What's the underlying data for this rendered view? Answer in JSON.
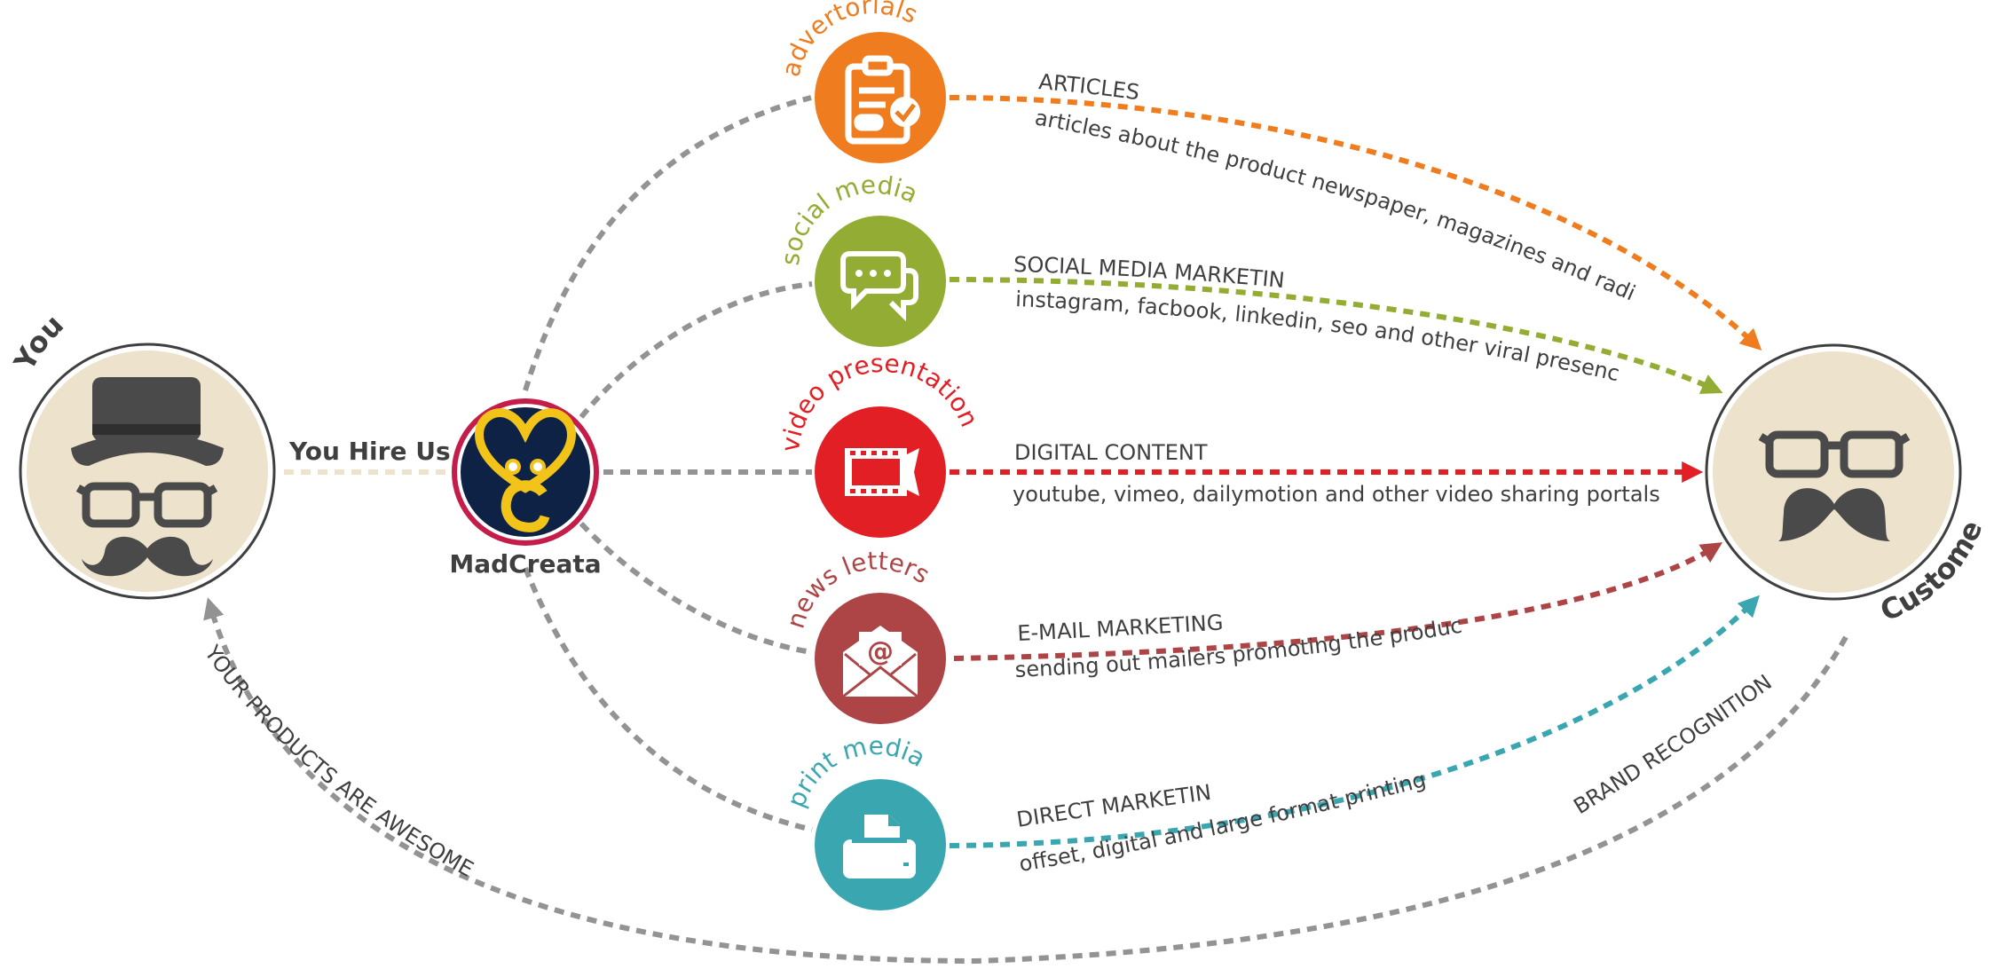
{
  "you": {
    "label": "You",
    "hire_label": "You Hire Us"
  },
  "agency": {
    "name": "MadCreata"
  },
  "customer": {
    "label": "Customer"
  },
  "feedback": {
    "left_label": "YOUR PRODUCTS ARE AWESOME",
    "right_label": "BRAND RECOGNITION"
  },
  "channels": [
    {
      "name": "advertorials",
      "color": "#ef7d1f",
      "title": "ARTICLES",
      "desc": "articles about the product newspaper, magazines and radio",
      "icon": "clipboard-check-icon"
    },
    {
      "name": "social media",
      "color": "#93ac33",
      "title": "SOCIAL MEDIA MARKETING",
      "desc": "instagram, facbook, linkedin, seo and other viral presence",
      "icon": "chat-bubbles-icon"
    },
    {
      "name": "video presentation",
      "color": "#e11f25",
      "title": "DIGITAL CONTENT",
      "desc": "youtube, vimeo, dailymotion and other video sharing portals",
      "icon": "film-strip-icon"
    },
    {
      "name": "news letters",
      "color": "#ad4546",
      "title": "E-MAIL MARKETING",
      "desc": "sending out mailers promoting the product",
      "icon": "email-envelope-icon"
    },
    {
      "name": "print media",
      "color": "#3aa7b0",
      "title": "DIRECT MARKETING",
      "desc": "offset, digital and large format printing",
      "icon": "printer-icon"
    }
  ],
  "colors": {
    "connector": "#939393",
    "node_fill": "#ede2cb",
    "node_ring": "#3f3f3f",
    "logo_bg": "#0d2244",
    "logo_ring": "#c51d4a",
    "logo_mark": "#f2c318",
    "you_hire_line": "#ede2cb"
  }
}
